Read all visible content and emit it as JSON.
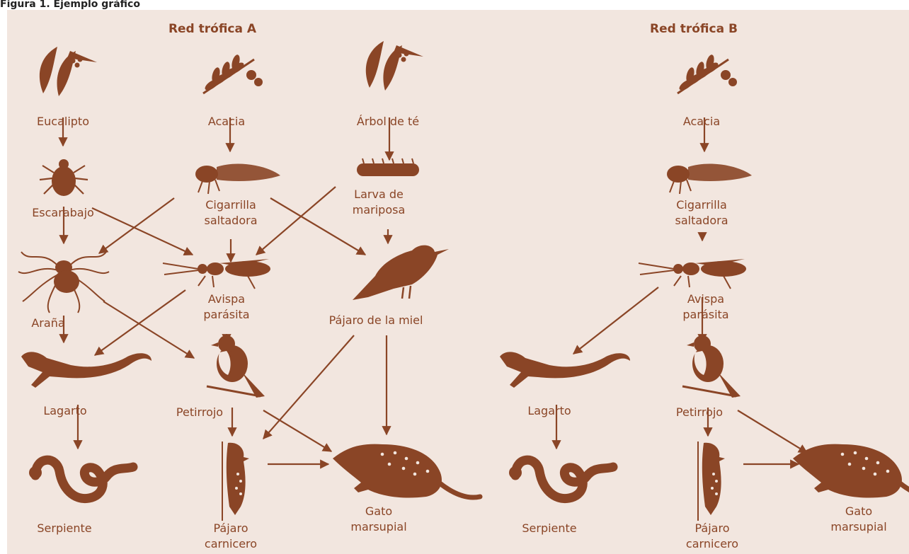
{
  "figure_caption": "Figura 1. Ejemplo gráfico",
  "colors": {
    "background": "#f2e6df",
    "ink": "#8a4526"
  },
  "web_a": {
    "title": "Red trófica A",
    "labels": {
      "eucalipto": "Eucalipto",
      "acacia": "Acacia",
      "arbol_te": "Árbol de té",
      "escarabajo": "Escarabajo",
      "cigarrilla": "Cigarrilla\nsaltadora",
      "larva": "Larva de\nmariposa",
      "arana": "Araña",
      "avispa": "Avispa\nparásita",
      "pajaro_miel": "Pájaro de la miel",
      "lagarto": "Lagarto",
      "petirrojo": "Petirrojo",
      "serpiente": "Serpiente",
      "carnicero": "Pájaro\ncarnicero",
      "gato": "Gato\nmarsupial"
    },
    "links": [
      [
        "eucalipto",
        "escarabajo"
      ],
      [
        "acacia",
        "cigarrilla"
      ],
      [
        "arbol_te",
        "larva"
      ],
      [
        "escarabajo",
        "arana"
      ],
      [
        "escarabajo",
        "avispa"
      ],
      [
        "cigarrilla",
        "arana"
      ],
      [
        "cigarrilla",
        "avispa"
      ],
      [
        "cigarrilla",
        "pajaro_miel"
      ],
      [
        "larva",
        "avispa"
      ],
      [
        "larva",
        "pajaro_miel"
      ],
      [
        "arana",
        "lagarto"
      ],
      [
        "arana",
        "petirrojo"
      ],
      [
        "avispa",
        "lagarto"
      ],
      [
        "avispa",
        "petirrojo"
      ],
      [
        "pajaro_miel",
        "carnicero"
      ],
      [
        "pajaro_miel",
        "gato"
      ],
      [
        "lagarto",
        "serpiente"
      ],
      [
        "petirrojo",
        "carnicero"
      ],
      [
        "petirrojo",
        "gato"
      ],
      [
        "carnicero",
        "gato"
      ]
    ]
  },
  "web_b": {
    "title": "Red trófica B",
    "labels": {
      "acacia": "Acacia",
      "cigarrilla": "Cigarrilla\nsaltadora",
      "avispa": "Avispa\nparásita",
      "lagarto": "Lagarto",
      "petirrojo": "Petirrojo",
      "serpiente": "Serpiente",
      "carnicero": "Pájaro\ncarnicero",
      "gato": "Gato\nmarsupial"
    },
    "links": [
      [
        "acacia",
        "cigarrilla"
      ],
      [
        "cigarrilla",
        "avispa"
      ],
      [
        "avispa",
        "lagarto"
      ],
      [
        "avispa",
        "petirrojo"
      ],
      [
        "lagarto",
        "serpiente"
      ],
      [
        "petirrojo",
        "carnicero"
      ],
      [
        "petirrojo",
        "gato"
      ],
      [
        "carnicero",
        "gato"
      ]
    ]
  }
}
